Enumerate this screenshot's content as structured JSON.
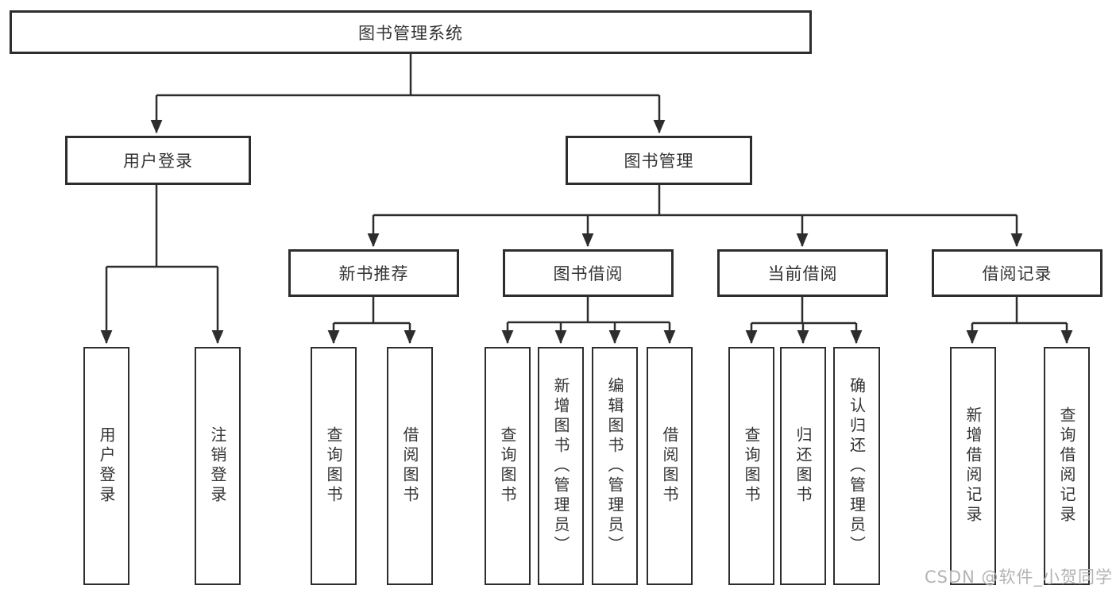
{
  "diagram": {
    "title": "图书管理系统",
    "watermark": "CSDN @软件_小贺同学",
    "colors": {
      "line": "#2d2d2d",
      "text": "#333333",
      "watermark": "#b3b3b3",
      "background": "#ffffff"
    },
    "nodes": {
      "root": "图书管理系统",
      "user_login": "用户登录",
      "book_mgmt": "图书管理",
      "new_book_rec": "新书推荐",
      "book_borrow": "图书借阅",
      "current_borrow": "当前借阅",
      "borrow_record": "借阅记录",
      "leaf_user_login": "用户登录",
      "leaf_logout": "注销登录",
      "nbr_query": "查询图书",
      "nbr_borrow": "借阅图书",
      "bb_query": "查询图书",
      "bb_add": "新增图书（管理员）",
      "bb_edit": "编辑图书（管理员）",
      "bb_borrow": "借阅图书",
      "cb_query": "查询图书",
      "cb_return": "归还图书",
      "cb_confirm": "确认归还（管理员）",
      "br_add": "新增借阅记录",
      "br_query": "查询借阅记录"
    },
    "tree": {
      "label": "图书管理系统",
      "children": [
        {
          "label": "用户登录",
          "children": [
            {
              "label": "用户登录"
            },
            {
              "label": "注销登录"
            }
          ]
        },
        {
          "label": "图书管理",
          "children": [
            {
              "label": "新书推荐",
              "children": [
                {
                  "label": "查询图书"
                },
                {
                  "label": "借阅图书"
                }
              ]
            },
            {
              "label": "图书借阅",
              "children": [
                {
                  "label": "查询图书"
                },
                {
                  "label": "新增图书（管理员）"
                },
                {
                  "label": "编辑图书（管理员）"
                },
                {
                  "label": "借阅图书"
                }
              ]
            },
            {
              "label": "当前借阅",
              "children": [
                {
                  "label": "查询图书"
                },
                {
                  "label": "归还图书"
                },
                {
                  "label": "确认归还（管理员）"
                }
              ]
            },
            {
              "label": "借阅记录",
              "children": [
                {
                  "label": "新增借阅记录"
                },
                {
                  "label": "查询借阅记录"
                }
              ]
            }
          ]
        }
      ]
    }
  }
}
